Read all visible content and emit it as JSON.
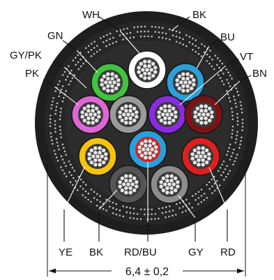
{
  "colors": {
    "jacket": "#1e1e1e",
    "inner": "#2a2a2a",
    "shield_dot": "#bdbdbd",
    "strand": "#e8e8e8"
  },
  "conductors": [
    {
      "id": "WH",
      "label": "WH",
      "color": "#ffffff",
      "inner": "#3a3a3a"
    },
    {
      "id": "BK-top",
      "label": "BK",
      "color": "#3a3a3a",
      "inner": "#3a3a3a"
    },
    {
      "id": "BU",
      "label": "BU",
      "color": "#2a9fd8",
      "inner": "#3a3a3a"
    },
    {
      "id": "VT",
      "label": "VT",
      "color": "#8a2be2",
      "inner": "#3a3a3a"
    },
    {
      "id": "BN",
      "label": "BN",
      "color": "#7a1414",
      "inner": "#3a3a3a"
    },
    {
      "id": "GN",
      "label": "GN",
      "color": "#3ec43e",
      "inner": "#3a3a3a"
    },
    {
      "id": "GY-PK",
      "label": "GY/PK",
      "color": "#9a9a9a",
      "inner": "#3a3a3a"
    },
    {
      "id": "PK",
      "label": "PK",
      "color": "#e066d6",
      "inner": "#3a3a3a"
    },
    {
      "id": "YE",
      "label": "YE",
      "color": "#f5c40a",
      "inner": "#3a3a3a"
    },
    {
      "id": "BK-bottom",
      "label": "BK",
      "color": "#555555",
      "inner": "#3a3a3a"
    },
    {
      "id": "RD-BU",
      "label": "RD/BU",
      "color": "#2a9fd8",
      "inner": "#e01e1e"
    },
    {
      "id": "GY",
      "label": "GY",
      "color": "#8c8c8c",
      "inner": "#3a3a3a"
    },
    {
      "id": "RD",
      "label": "RD",
      "color": "#e01e1e",
      "inner": "#3a3a3a"
    }
  ],
  "dimension": "6,4 ± 0,2"
}
